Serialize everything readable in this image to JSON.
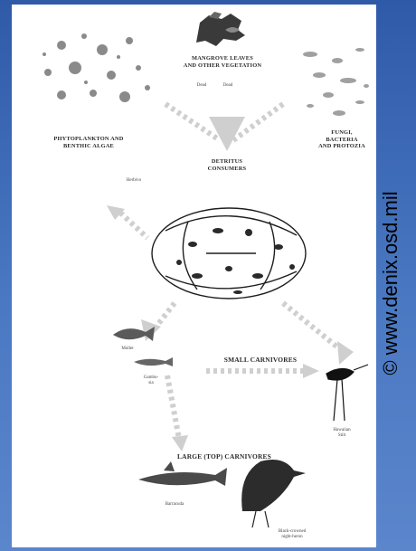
{
  "diagram": {
    "nodes": {
      "mangrove": "MANGROVE LEAVES\nAND OTHER VEGETATION",
      "dead_left": "Dead",
      "dead_right": "Dead",
      "phytoplankton": "PHYTOPLANKTON AND\nBENTHIC ALGAE",
      "fungi": "FUNGI,\nBACTERIA\nAND PROTOZIA",
      "detritus": "DETRITUS\nCONSUMERS",
      "herbivore_small": "Herbivo",
      "mullet": "Mullet",
      "mosquitofish": "Gambu-\nsia",
      "small_carnivores": "SMALL CARNIVORES",
      "stilt": "Hawaiian\nStilt",
      "large_carnivores": "LARGE (TOP) CARNIVORES",
      "barracuda": "Barracuda",
      "heron": "Black-crowned\nnight-heron"
    }
  },
  "credit": "© www.denix.osd.mil",
  "colors": {
    "background": "#3f6db8",
    "panel": "#ffffff",
    "arrow": "#c8c8c8",
    "ink": "#1e1e1e"
  }
}
